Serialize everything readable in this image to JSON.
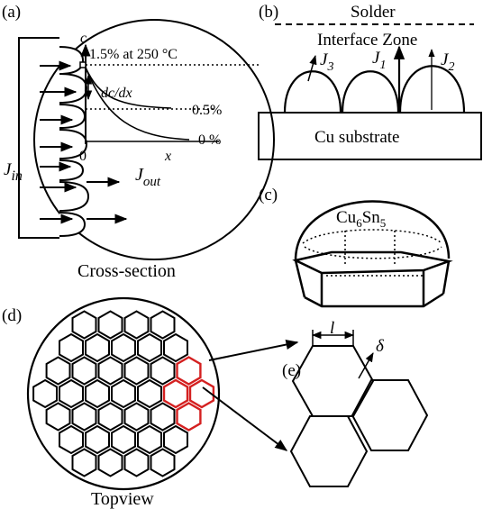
{
  "panels": {
    "a": {
      "letter": "(a)",
      "caption": "Cross-section",
      "axis_c": "c",
      "axis_x": "x",
      "axis_origin": "0",
      "level_top": "1.5% at 250 °C",
      "level_mid": "0.5%",
      "level_low": "0 %",
      "slope": "dc/dx",
      "flux_in": "J",
      "flux_in_sub": "in",
      "flux_out": "J",
      "flux_out_sub": "out"
    },
    "b": {
      "letter": "(b)",
      "solder": "Solder",
      "interface": "Interface Zone",
      "substrate": "Cu substrate",
      "j1": "J",
      "j1_sub": "1",
      "j2": "J",
      "j2_sub": "2",
      "j3": "J",
      "j3_sub": "3"
    },
    "c": {
      "letter": "(c)",
      "compound_a": "Cu",
      "compound_sub1": "6",
      "compound_b": "Sn",
      "compound_sub2": "5"
    },
    "d": {
      "letter": "(d)",
      "caption": "Topview"
    },
    "e": {
      "letter": "(e)",
      "length": "l",
      "gap": "δ"
    }
  },
  "colors": {
    "ink": "#000000",
    "highlight": "#d42020"
  }
}
